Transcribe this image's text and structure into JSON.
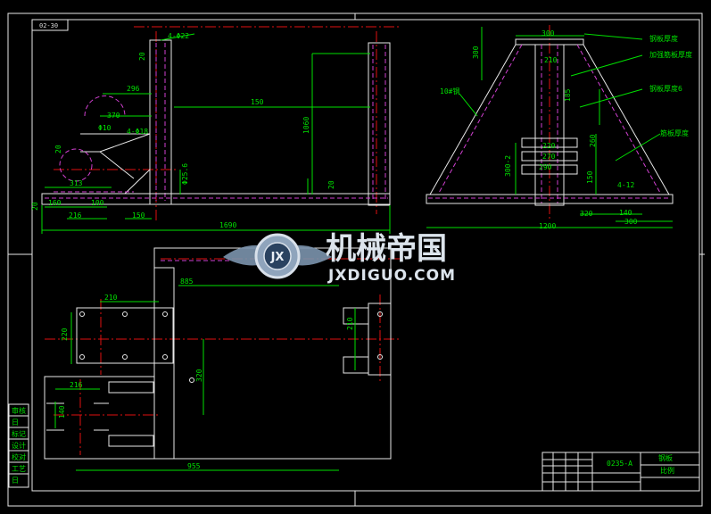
{
  "frame": {
    "tag": "02-30"
  },
  "front_view": {
    "dims": [
      "4-Φ22",
      "20",
      "296",
      "370",
      "Φ10",
      "4-Φ18",
      "20",
      "313",
      "20",
      "160",
      "100",
      "216",
      "150",
      "1060",
      "Φ25.6",
      "150",
      "20",
      "1690"
    ]
  },
  "side_view": {
    "dims": [
      "300",
      "300",
      "210",
      "185",
      "260",
      "220",
      "270",
      "290",
      "300-2",
      "150",
      "4-12",
      "320",
      "140",
      "300",
      "1200",
      "10#钢"
    ],
    "callouts": [
      "钢板厚度",
      "加强筋板厚度",
      "钢板厚度6",
      "筋板厚度"
    ]
  },
  "plan_view": {
    "dims": [
      "885",
      "210",
      "220",
      "210",
      "320",
      "216",
      "140",
      "955"
    ]
  },
  "title_block": {
    "drawing_no": "0235-A",
    "label1": "钢板",
    "label2": "比例"
  },
  "left_table": {
    "rows": [
      "审核",
      "日",
      "标记",
      "设计",
      "校对",
      "工艺",
      "日"
    ]
  },
  "watermark": {
    "cn": "机械帝国",
    "en": "JXDIGUO.COM",
    "badge": "JX"
  }
}
